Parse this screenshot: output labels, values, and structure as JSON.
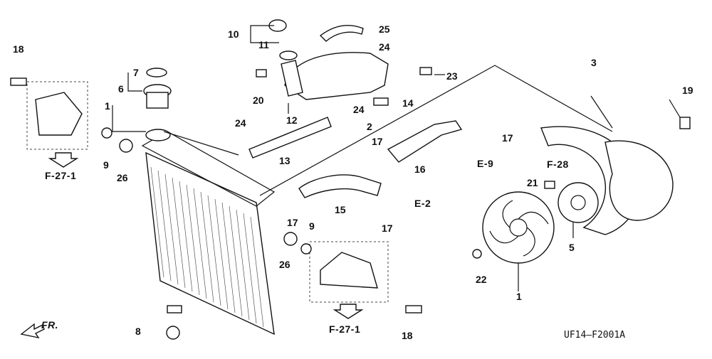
{
  "callouts": {
    "c1": "1",
    "c1b": "1",
    "c2": "2",
    "c3": "3",
    "c5": "5",
    "c6": "6",
    "c7": "7",
    "c8": "8",
    "c9a": "9",
    "c9b": "9",
    "c10": "10",
    "c11": "11",
    "c12": "12",
    "c13": "13",
    "c14": "14",
    "c15": "15",
    "c16": "16",
    "c17a": "17",
    "c17b": "17",
    "c17c": "17",
    "c17d": "17",
    "c18a": "18",
    "c18b": "18",
    "c19": "19",
    "c20": "20",
    "c21": "21",
    "c22": "22",
    "c23": "23",
    "c24a": "24",
    "c24b": "24",
    "c24c": "24",
    "c25": "25",
    "c26a": "26",
    "c26b": "26"
  },
  "references": {
    "f271a": "F-27-1",
    "f271b": "F-27-1",
    "f28": "F-28",
    "e9": "E-9",
    "e2": "E-2",
    "fr": "FR."
  },
  "diagram_code": "UF14—F2001A"
}
